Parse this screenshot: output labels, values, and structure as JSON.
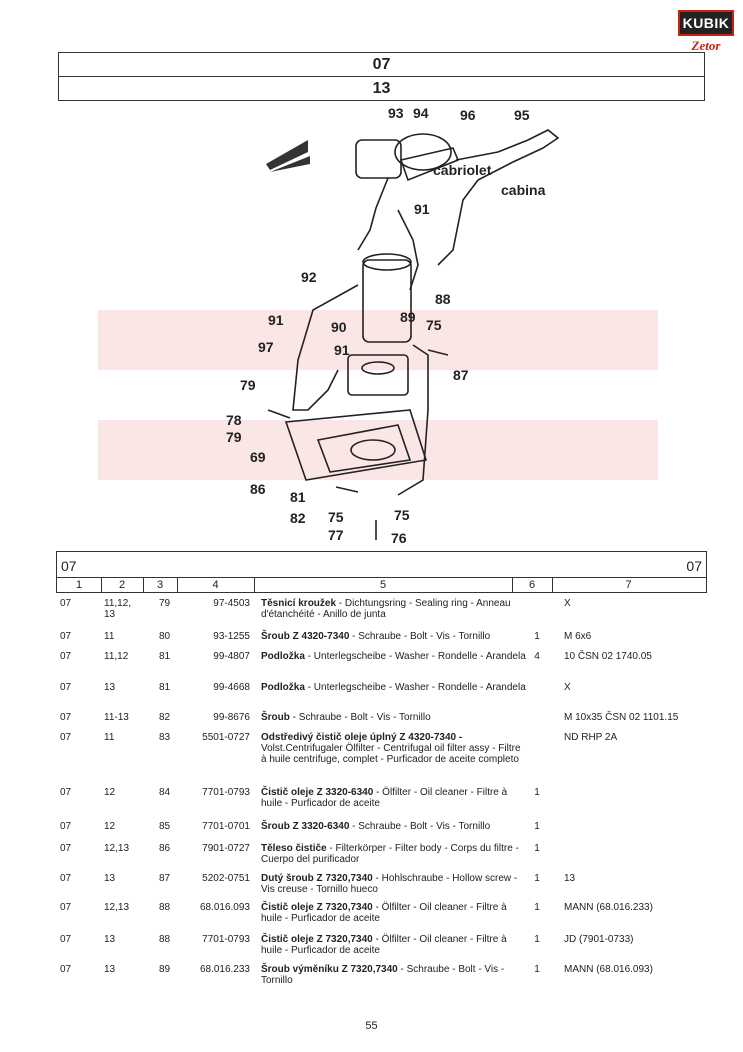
{
  "logo": {
    "brand": "KUBIK",
    "subbrand": "Zetor"
  },
  "header": {
    "section": "07",
    "group": "13"
  },
  "diagram": {
    "labels": [
      "93",
      "94",
      "96",
      "95",
      "91",
      "92",
      "88",
      "91",
      "90",
      "89",
      "75",
      "97",
      "91",
      "87",
      "79",
      "78",
      "79",
      "69",
      "86",
      "81",
      "82",
      "75",
      "75",
      "77",
      "76"
    ],
    "text_cabriolet": "cabriolet",
    "text_cabina": "cabina"
  },
  "table": {
    "section_left": "07",
    "section_right": "07",
    "columns": [
      "1",
      "2",
      "3",
      "4",
      "5",
      "6",
      "7"
    ],
    "rows": [
      {
        "c1": "07",
        "c2": "11,12,\n13",
        "c3": "79",
        "c4": "97-4503",
        "name": "Těsnicí kroužek",
        "desc": " - Dichtungsring - Sealing ring - Anneau d'étanchéité - Anillo de junta",
        "c6": "",
        "c7": "X"
      },
      {
        "c1": "07",
        "c2": "11",
        "c3": "80",
        "c4": "93-1255",
        "name": "Šroub Z 4320-7340",
        "desc": " - Schraube - Bolt - Vis - Tornillo",
        "c6": "1",
        "c7": "M 6x6"
      },
      {
        "c1": "07",
        "c2": "11,12",
        "c3": "81",
        "c4": "99-4807",
        "name": "Podložka",
        "desc": " - Unterlegscheibe - Washer - Rondelle - Arandela",
        "c6": "4",
        "c7": "10 ČSN 02 1740.05"
      },
      {
        "c1": "07",
        "c2": "13",
        "c3": "81",
        "c4": "99-4668",
        "name": "Podložka",
        "desc": " - Unterlegscheibe - Washer - Rondelle - Arandela",
        "c6": "",
        "c7": "X"
      },
      {
        "c1": "07",
        "c2": "11-13",
        "c3": "82",
        "c4": "99-8676",
        "name": "Šroub",
        "desc": " - Schraube - Bolt - Vis - Tornillo",
        "c6": "",
        "c7": "M 10x35 ČSN 02 1101.15"
      },
      {
        "c1": "07",
        "c2": "11",
        "c3": "83",
        "c4": "5501-0727",
        "name": "Odstředivý čistič oleje úplný Z 4320-7340 -",
        "desc": " Volst.Centrifugaler Ölfilter - Centrifugal oil filter assy - Filtre à huile centrifuge, complet - Purficador de aceite completo",
        "c6": "",
        "c7": "ND RHP 2A"
      },
      {
        "c1": "07",
        "c2": "12",
        "c3": "84",
        "c4": "7701-0793",
        "name": "Čistič oleje Z 3320-6340",
        "desc": " - Ölfilter - Oil cleaner - Filtre à huile - Purficador de aceite",
        "c6": "1",
        "c7": ""
      },
      {
        "c1": "07",
        "c2": "12",
        "c3": "85",
        "c4": "7701-0701",
        "name": "Šroub Z 3320-6340",
        "desc": " - Schraube - Bolt - Vis - Tornillo",
        "c6": "1",
        "c7": ""
      },
      {
        "c1": "07",
        "c2": "12,13",
        "c3": "86",
        "c4": "7901-0727",
        "name": "Těleso čističe",
        "desc": " - Filterkörper - Filter body - Corps du filtre - Cuerpo del purificador",
        "c6": "1",
        "c7": ""
      },
      {
        "c1": "07",
        "c2": "13",
        "c3": "87",
        "c4": "5202-0751",
        "name": "Dutý šroub Z 7320,7340",
        "desc": " - Hohlschraube - Hollow screw - Vis creuse - Tornillo hueco",
        "c6": "1",
        "c7": "13"
      },
      {
        "c1": "07",
        "c2": "12,13",
        "c3": "88",
        "c4": "68.016.093",
        "name": "Čistič oleje Z 7320,7340",
        "desc": " - Ölfilter - Oil cleaner - Filtre à huile - Purficador de aceite",
        "c6": "1",
        "c7": "MANN (68.016.233)"
      },
      {
        "c1": "07",
        "c2": "13",
        "c3": "88",
        "c4": "7701-0793",
        "name": "Čistič oleje Z 7320,7340",
        "desc": " - Ölfilter - Oil cleaner - Filtre à huile - Purficador de aceite",
        "c6": "1",
        "c7": "JD (7901-0733)"
      },
      {
        "c1": "07",
        "c2": "13",
        "c3": "89",
        "c4": "68.016.233",
        "name": "Šroub výměníku Z 7320,7340",
        "desc": " - Schraube - Bolt - Vis - Tornillo",
        "c6": "1",
        "c7": "MANN (68.016.093)"
      }
    ]
  },
  "page_number": "55"
}
